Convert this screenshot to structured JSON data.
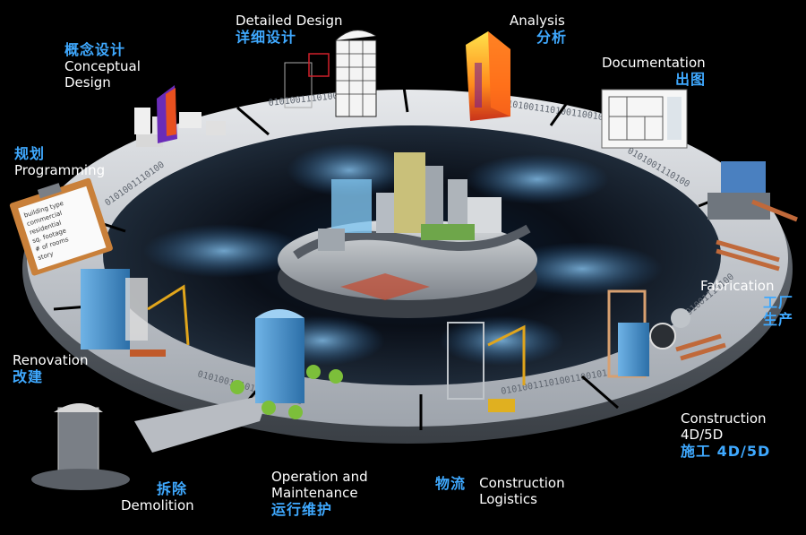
{
  "stages": {
    "conceptual": {
      "cn": "概念设计",
      "en1": "Conceptual",
      "en2": "Design"
    },
    "detailed": {
      "en": "Detailed Design",
      "cn": "详细设计"
    },
    "analysis": {
      "en": "Analysis",
      "cn": "分析"
    },
    "documentation": {
      "en": "Documentation",
      "cn": "出图"
    },
    "programming": {
      "cn": "规划",
      "en": "Programming"
    },
    "fabrication": {
      "en": "Fabrication",
      "cn1": "工厂",
      "cn2": "生产"
    },
    "renovation": {
      "en": "Renovation",
      "cn": "改建"
    },
    "construction": {
      "en1": "Construction",
      "en2": "4D/5D",
      "cn": "施工 4D/5D"
    },
    "demolition": {
      "cn": "拆除",
      "en": "Demolition"
    },
    "operation": {
      "en1": "Operation and",
      "en2": "Maintenance",
      "cn": "运行维护"
    },
    "logistics": {
      "cn": "物流",
      "en1": "Construction",
      "en2": "Logistics"
    }
  },
  "checklist": {
    "lines": [
      "building type",
      "commercial",
      "residential",
      "sq. footage",
      "# of rooms",
      "story"
    ]
  },
  "binary_text": "01010011101001100101",
  "colors": {
    "label_cn": "#3fa9ff",
    "label_en": "#ffffff",
    "ring": "#c8ccd2",
    "glow": "#5aa8e6"
  }
}
